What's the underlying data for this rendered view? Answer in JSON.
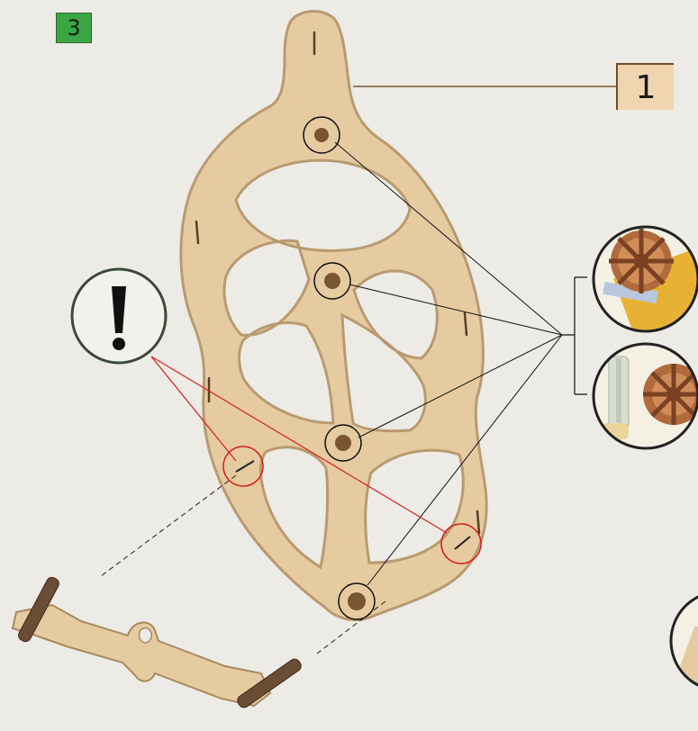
{
  "step": {
    "number": "3",
    "badge_color": "#3aa645"
  },
  "part": {
    "label": "1",
    "tag_color": "#f1d4b0"
  },
  "colors": {
    "wood": "#e6cba1",
    "wood_edge": "#b99a70",
    "callout_line": "#111111",
    "warning_line": "#d42020",
    "pin": "#6b4c34",
    "leader": "#7a5533"
  },
  "icons": [
    "warning-exclamation-icon",
    "gear-detail-thumbnail",
    "gear-assembly-thumbnail"
  ]
}
